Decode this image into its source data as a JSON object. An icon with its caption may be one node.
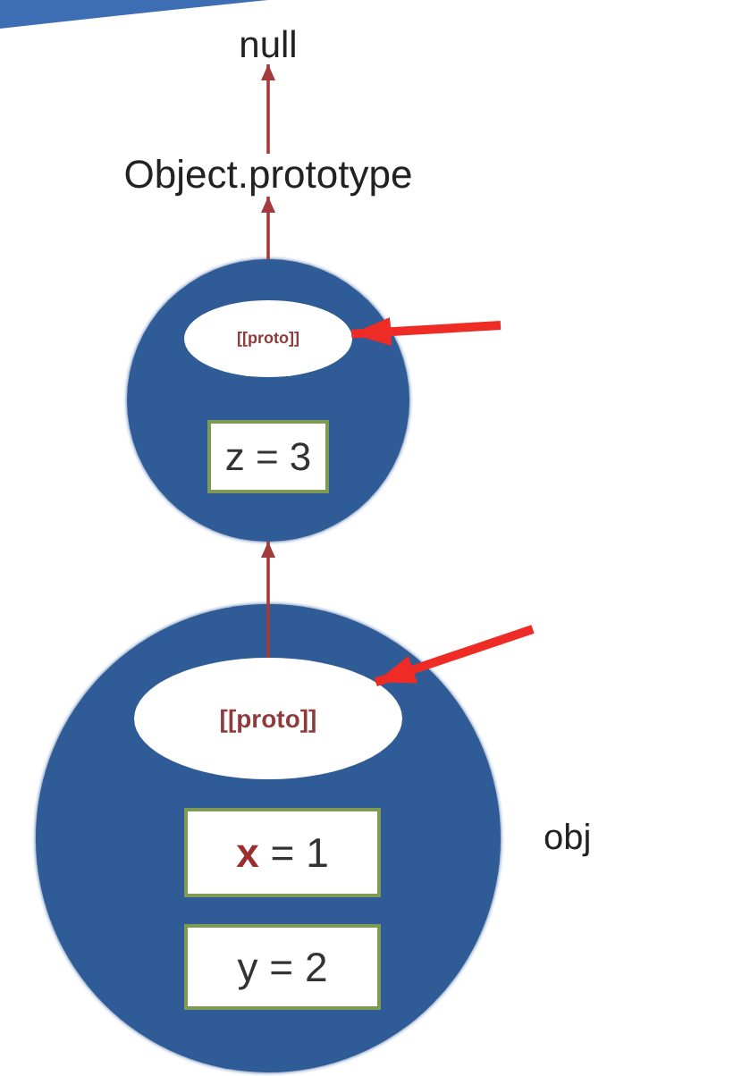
{
  "diagram": {
    "nodes": [
      {
        "text": [
          "null"
        ]
      },
      {
        "text": [
          "Object.prototype"
        ]
      },
      {
        "text": [],
        "shape": "circle"
      },
      {
        "text": [
          "[[proto]]"
        ],
        "in": 2
      },
      {
        "text": [
          "z = 3"
        ],
        "in": 2
      },
      {
        "text": [],
        "shape": "circle",
        "beside": [
          "obj"
        ]
      },
      {
        "text": [
          "[[proto]]"
        ],
        "in": 5
      },
      {
        "text": [
          "**x** = 1"
        ],
        "in": 5
      },
      {
        "text": [
          "y = 2"
        ],
        "in": 5
      }
    ],
    "edges": [
      {
        "from": 1,
        "to": 0,
        "arrow": "to"
      },
      {
        "from": 2,
        "to": 1,
        "arrow": "to"
      },
      {
        "from": 6,
        "to": 2,
        "arrow": "to"
      },
      {
        "from": null,
        "to": 3,
        "arrow": "to",
        "style": "thick",
        "color": "#ee2b24"
      },
      {
        "from": null,
        "to": 6,
        "arrow": "to",
        "style": "thick",
        "color": "#ee2b24"
      }
    ]
  }
}
